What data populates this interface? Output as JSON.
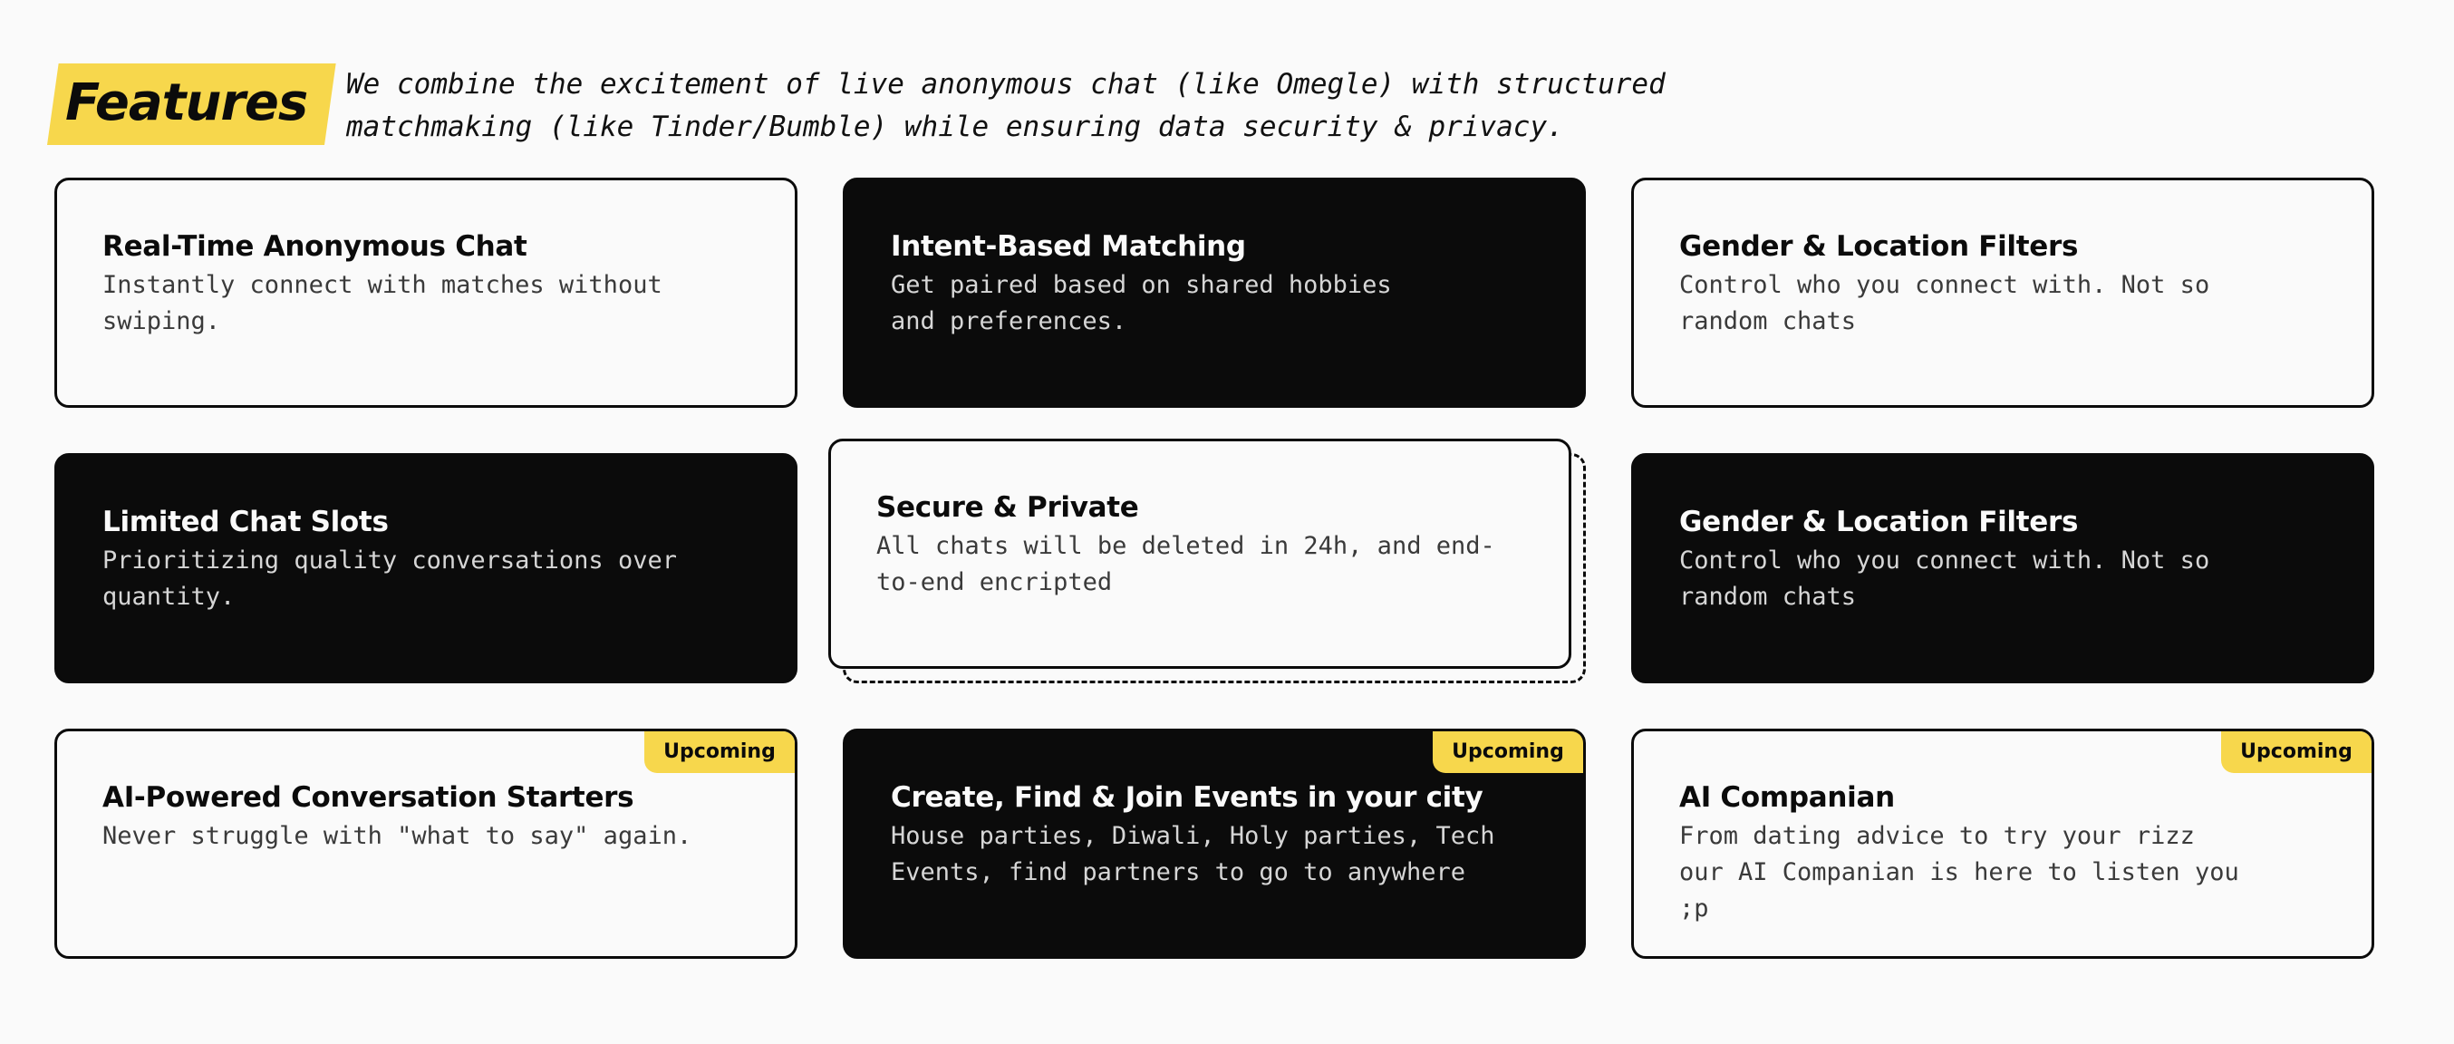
{
  "header": {
    "title": "Features",
    "tagline_line1": "We combine the excitement of live anonymous chat (like Omegle) with structured",
    "tagline_line2": "matchmaking (like Tinder/Bumble) while ensuring data security & privacy."
  },
  "colors": {
    "accent": "#f7d74c",
    "dark": "#0b0b0b",
    "light": "#fafafa"
  },
  "cards": [
    {
      "title": "Real-Time Anonymous Chat",
      "desc": "Instantly connect with matches without swiping.",
      "theme": "light"
    },
    {
      "title": "Intent-Based Matching",
      "desc": "Get paired based on shared hobbies and preferences.",
      "theme": "dark"
    },
    {
      "title": "Gender & Location Filters",
      "desc": "Control who you connect with. Not so random chats",
      "theme": "light"
    },
    {
      "title": "Limited Chat Slots",
      "desc": "Prioritizing quality conversations over quantity.",
      "theme": "dark"
    },
    {
      "title": "Secure & Private",
      "desc": "All chats will be deleted in 24h, and end-to-end encripted",
      "theme": "light"
    },
    {
      "title": "Gender & Location Filters",
      "desc": "Control who you connect with. Not so random chats",
      "theme": "dark"
    },
    {
      "title": "AI-Powered Conversation Starters",
      "desc": "Never struggle with \"what to say\" again.",
      "theme": "light",
      "badge": "Upcoming"
    },
    {
      "title": "Create, Find & Join Events in your city",
      "desc": "House parties, Diwali, Holy parties, Tech Events, find partners to go to anywhere",
      "theme": "dark",
      "badge": "Upcoming"
    },
    {
      "title": "AI Companian",
      "desc": "From dating advice to try your rizz our AI Companian is here to listen you ;p",
      "theme": "light",
      "badge": "Upcoming"
    }
  ]
}
